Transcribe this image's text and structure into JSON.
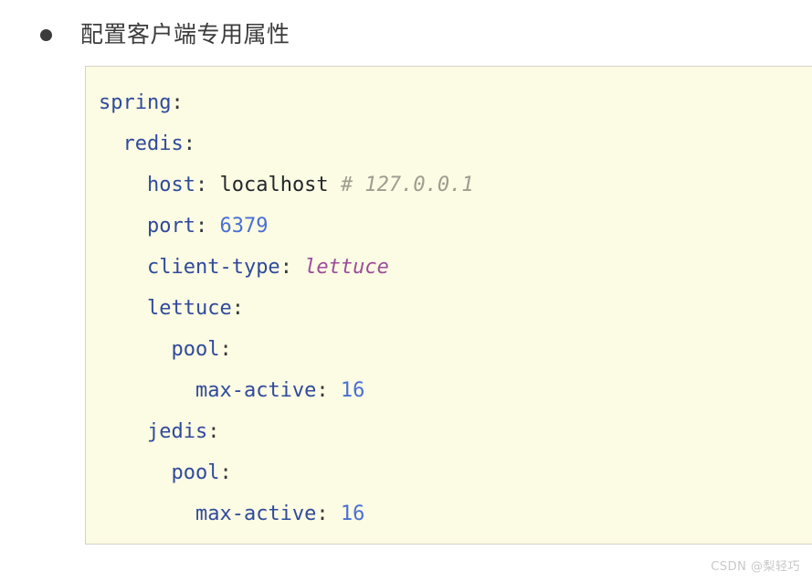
{
  "page": {
    "background_color": "#ffffff"
  },
  "heading": {
    "bullet": "•",
    "text": "配置客户端专用属性",
    "color": "#3c3c3c"
  },
  "code_block": {
    "language": "yaml",
    "background_color": "#fcfbe3",
    "border_color": "#d4d2c6",
    "colors": {
      "key": "#2f4a9c",
      "punctuation": "#33383d",
      "string": "#23272b",
      "number": "#4a6fd4",
      "value_emphasis": "#9b4d9b",
      "comment": "#9d9d91"
    },
    "lines": [
      {
        "indent": 0,
        "tokens": [
          {
            "t": "spring",
            "c": "key"
          },
          {
            "t": ":",
            "c": "punct"
          }
        ]
      },
      {
        "indent": 2,
        "tokens": [
          {
            "t": "redis",
            "c": "key"
          },
          {
            "t": ":",
            "c": "punct"
          }
        ]
      },
      {
        "indent": 4,
        "tokens": [
          {
            "t": "host",
            "c": "key"
          },
          {
            "t": ": ",
            "c": "punct"
          },
          {
            "t": "localhost",
            "c": "str"
          },
          {
            "t": " ",
            "c": "plain"
          },
          {
            "t": "# 127.0.0.1",
            "c": "comment"
          }
        ]
      },
      {
        "indent": 4,
        "tokens": [
          {
            "t": "port",
            "c": "key"
          },
          {
            "t": ": ",
            "c": "punct"
          },
          {
            "t": "6379",
            "c": "num"
          }
        ]
      },
      {
        "indent": 4,
        "tokens": [
          {
            "t": "client-type",
            "c": "key"
          },
          {
            "t": ": ",
            "c": "punct"
          },
          {
            "t": "lettuce",
            "c": "val-em"
          }
        ]
      },
      {
        "indent": 4,
        "tokens": [
          {
            "t": "lettuce",
            "c": "key"
          },
          {
            "t": ":",
            "c": "punct"
          }
        ]
      },
      {
        "indent": 6,
        "tokens": [
          {
            "t": "pool",
            "c": "key"
          },
          {
            "t": ":",
            "c": "punct"
          }
        ]
      },
      {
        "indent": 8,
        "tokens": [
          {
            "t": "max-active",
            "c": "key"
          },
          {
            "t": ": ",
            "c": "punct"
          },
          {
            "t": "16",
            "c": "num"
          }
        ]
      },
      {
        "indent": 4,
        "tokens": [
          {
            "t": "jedis",
            "c": "key"
          },
          {
            "t": ":",
            "c": "punct"
          }
        ]
      },
      {
        "indent": 6,
        "tokens": [
          {
            "t": "pool",
            "c": "key"
          },
          {
            "t": ":",
            "c": "punct"
          }
        ]
      },
      {
        "indent": 8,
        "tokens": [
          {
            "t": "max-active",
            "c": "key"
          },
          {
            "t": ": ",
            "c": "punct"
          },
          {
            "t": "16",
            "c": "num"
          }
        ]
      }
    ]
  },
  "watermark": {
    "text": "CSDN @梨轻巧"
  }
}
